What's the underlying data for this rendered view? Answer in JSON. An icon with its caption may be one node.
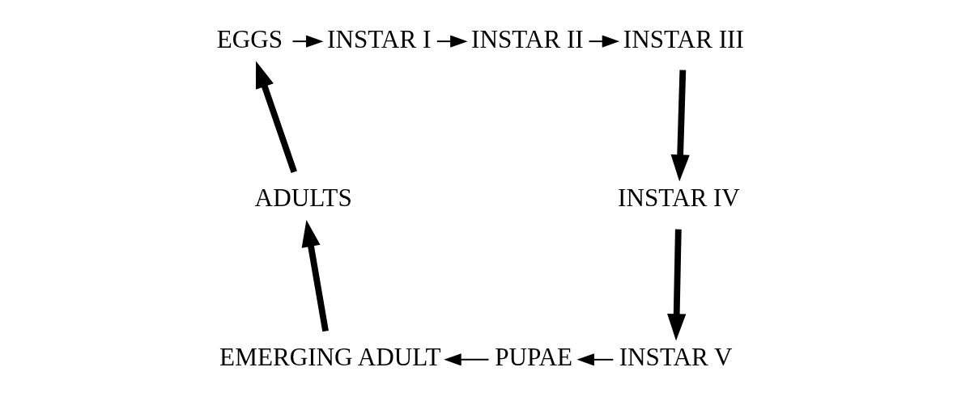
{
  "diagram": {
    "nodes": [
      {
        "text": [
          "EGGS"
        ]
      },
      {
        "text": [
          "INSTAR I"
        ]
      },
      {
        "text": [
          "INSTAR II"
        ]
      },
      {
        "text": [
          "INSTAR III"
        ]
      },
      {
        "text": [
          "INSTAR IV"
        ]
      },
      {
        "text": [
          "INSTAR V"
        ]
      },
      {
        "text": [
          "PUPAE"
        ]
      },
      {
        "text": [
          "EMERGING ADULT"
        ]
      },
      {
        "text": [
          "ADULTS"
        ]
      }
    ],
    "edges": [
      {
        "from": 0,
        "to": 1,
        "arrow": "to"
      },
      {
        "from": 1,
        "to": 2,
        "arrow": "to"
      },
      {
        "from": 2,
        "to": 3,
        "arrow": "to"
      },
      {
        "from": 3,
        "to": 4,
        "arrow": "to",
        "style": "thick"
      },
      {
        "from": 4,
        "to": 5,
        "arrow": "to",
        "style": "thick"
      },
      {
        "from": 5,
        "to": 6,
        "arrow": "to"
      },
      {
        "from": 6,
        "to": 7,
        "arrow": "to"
      },
      {
        "from": 7,
        "to": 8,
        "arrow": "to",
        "style": "thick"
      },
      {
        "from": 8,
        "to": 0,
        "arrow": "to",
        "style": "thick"
      }
    ]
  }
}
